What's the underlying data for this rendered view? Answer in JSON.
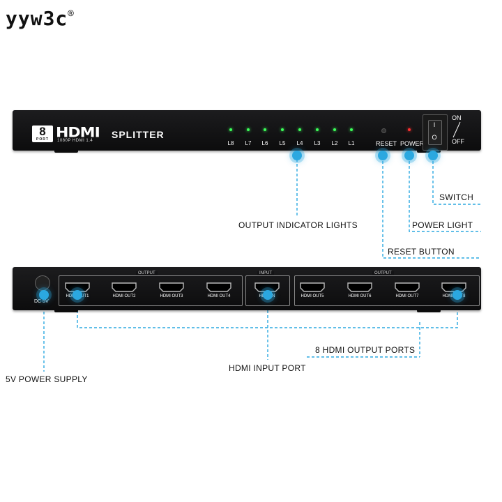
{
  "brand": {
    "name": "yyw3c",
    "mark": "®"
  },
  "front_panel": {
    "badge_number": "8",
    "badge_text": "PORT",
    "logo": "HDMI",
    "logo_sub": "1080P HDMI 1.4",
    "product": "SPLITTER",
    "leds": [
      "L8",
      "L7",
      "L6",
      "L5",
      "L4",
      "L3",
      "L2",
      "L1"
    ],
    "reset_label": "RESET",
    "power_label": "POWER",
    "switch_on": "ON",
    "switch_off": "OFF",
    "switch_i": "I",
    "switch_o": "O"
  },
  "back_panel": {
    "dc_label": "DC 5V",
    "output_group_left": "OUTPUT",
    "input_group": "INPUT",
    "output_group_right": "OUTPUT",
    "ports_left": [
      "HDMI OUT1",
      "HDMI OUT2",
      "HDMI OUT3",
      "HDMI OUT4"
    ],
    "input_port": "HDMI IN",
    "ports_right": [
      "HDMI OUT5",
      "HDMI OUT6",
      "HDMI OUT7",
      "HDMI OUT8"
    ]
  },
  "callouts": {
    "output_lights": "OUTPUT INDICATOR LIGHTS",
    "switch": "SWITCH",
    "power_light": "POWER LIGHT",
    "reset_button": "RESET BUTTON",
    "output_ports": "8 HDMI OUTPUT PORTS",
    "input_port": "HDMI INPUT PORT",
    "power_supply": "5V POWER SUPPLY"
  },
  "colors": {
    "accent": "#2ba8e0",
    "device": "#121214",
    "led_green": "#3cff5a",
    "led_red": "#ff3030"
  }
}
